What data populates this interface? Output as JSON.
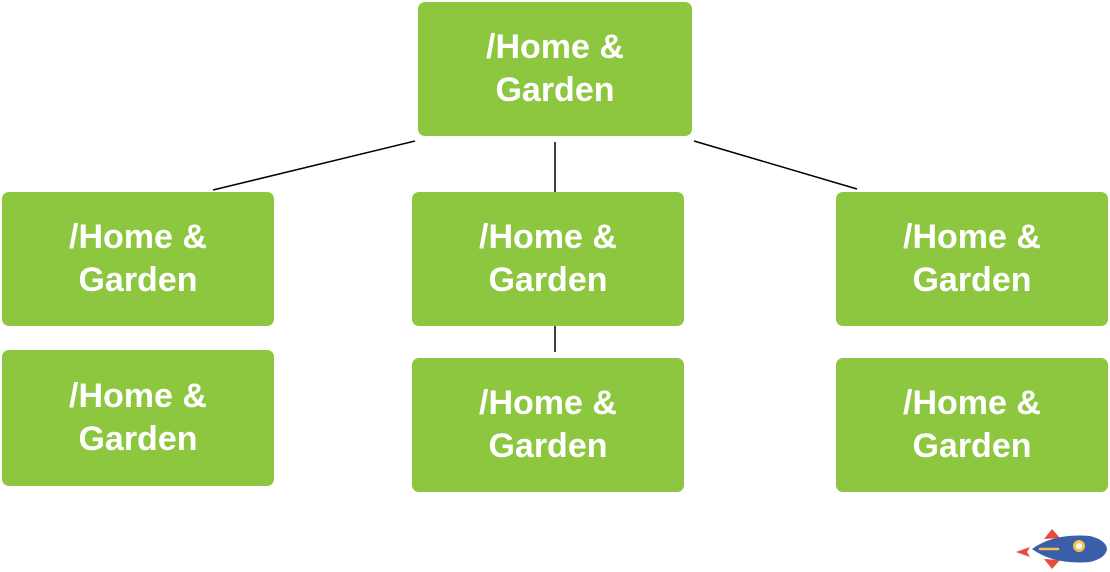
{
  "diagram": {
    "root": {
      "label": "/Home & Garden"
    },
    "children": [
      {
        "label": "/Home & Garden"
      },
      {
        "label": "/Home & Garden"
      },
      {
        "label": "/Home & Garden"
      }
    ],
    "grandchildren": [
      {
        "label": "/Home & Garden"
      },
      {
        "label": "/Home & Garden"
      },
      {
        "label": "/Home & Garden"
      }
    ],
    "colors": {
      "node_fill": "#8dc63f",
      "node_text": "#ffffff",
      "connector": "#000000"
    }
  },
  "logo": {
    "icon": "rocket-icon"
  }
}
